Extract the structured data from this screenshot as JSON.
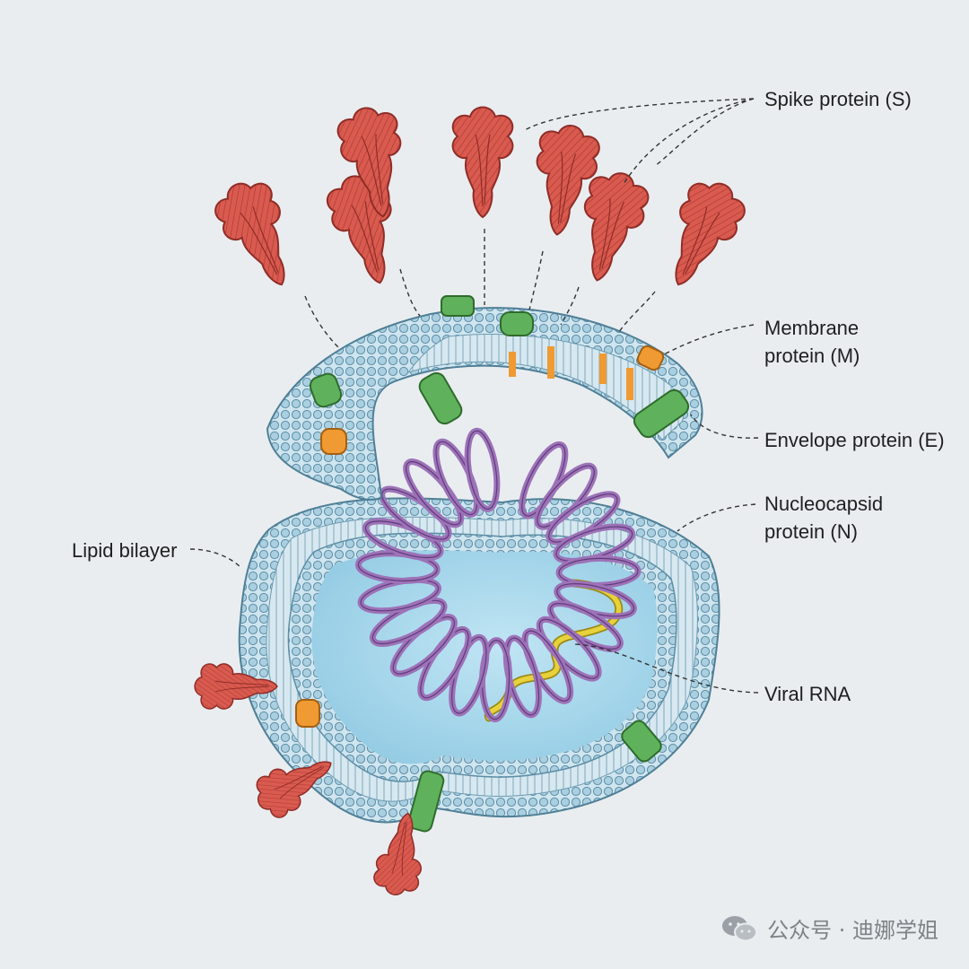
{
  "labels": {
    "spike": "Spike protein (S)",
    "membrane": [
      "Membrane",
      "protein (M)"
    ],
    "envelope": "Envelope protein (E)",
    "nucleocapsid": [
      "Nucleocapsid",
      "protein (N)"
    ],
    "lipid": "Lipid bilayer",
    "rna": "Viral RNA"
  },
  "watermark": {
    "text": "公众号 · 迪娜学姐",
    "icon": "wechat-logo-icon"
  },
  "colors": {
    "background": "#e9edf0",
    "lipid_head": "#a9cfe0",
    "lipid_edge": "#5d8ea6",
    "interior": "#a6d6ea",
    "spike": "#d95a4f",
    "spike_edge": "#8f2d27",
    "membrane_protein": "#5fb25b",
    "envelope_protein": "#ef9a32",
    "nucleocapsid": "#9d72b8",
    "rna": "#e7d23b",
    "leader_line": "#333333"
  }
}
